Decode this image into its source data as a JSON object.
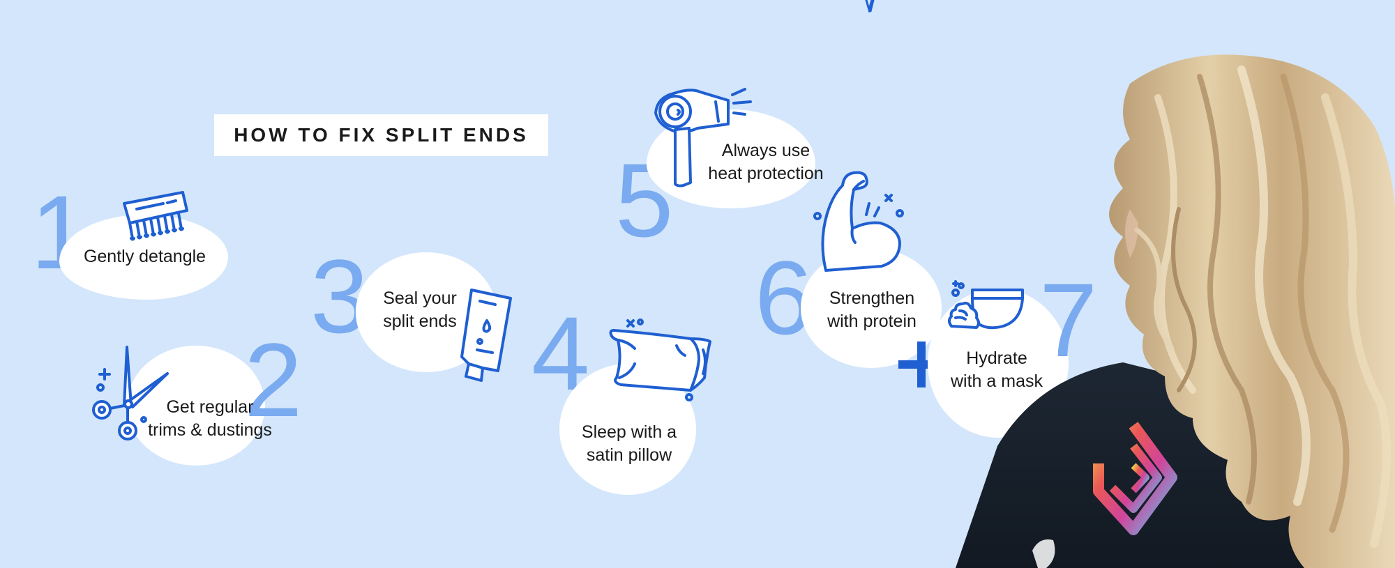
{
  "title": "HOW TO FIX SPLIT ENDS",
  "steps": [
    {
      "number": "1",
      "label_lines": [
        "Gently detangle"
      ],
      "icon": "comb-icon"
    },
    {
      "number": "2",
      "label_lines": [
        "Get regular",
        "trims & dustings"
      ],
      "icon": "scissors-icon"
    },
    {
      "number": "3",
      "label_lines": [
        "Seal your",
        "split ends"
      ],
      "icon": "tube-icon"
    },
    {
      "number": "4",
      "label_lines": [
        "Sleep with a",
        "satin pillow"
      ],
      "icon": "pillow-icon"
    },
    {
      "number": "5",
      "label_lines": [
        "Always use",
        "heat protection"
      ],
      "icon": "hair-dryer-icon"
    },
    {
      "number": "6",
      "label_lines": [
        "Strengthen",
        "with protein"
      ],
      "icon": "flexed-arm-icon"
    },
    {
      "number": "7",
      "label_lines": [
        "Hydrate",
        "with a mask"
      ],
      "icon": "hair-mask-jar-icon"
    }
  ],
  "colors": {
    "background": "#d3e6fb",
    "number": "#7aaaf0",
    "icon_stroke": "#1f5fd1",
    "blob": "#ffffff"
  }
}
